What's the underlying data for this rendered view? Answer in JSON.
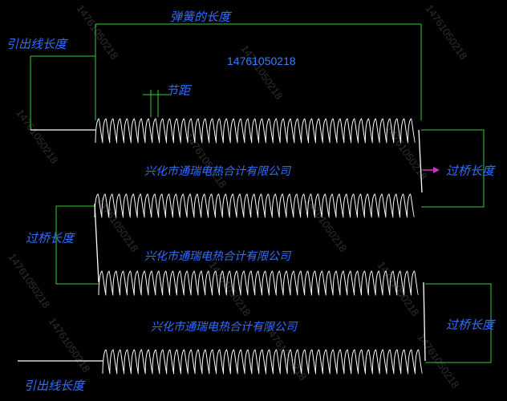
{
  "labels": {
    "spring_length": "弹簧的长度",
    "lead_length_top": "引出线长度",
    "pitch": "节距",
    "bridge_right_1": "过桥长度",
    "bridge_left": "过桥长度",
    "bridge_right_2": "过桥长度",
    "lead_length_bottom": "引出线长度",
    "phone": "14761050218"
  },
  "company": [
    "兴化市通瑞电热合计有限公司",
    "兴化市通瑞电热合计有限公司",
    "兴化市通瑞电热合计有限公司"
  ],
  "watermark": "14761050218",
  "colors": {
    "background": "#000000",
    "dimension_line": "#33cc33",
    "coil": "#ffffff",
    "label": "#2f6fff",
    "arrow": "#cc33cc"
  }
}
